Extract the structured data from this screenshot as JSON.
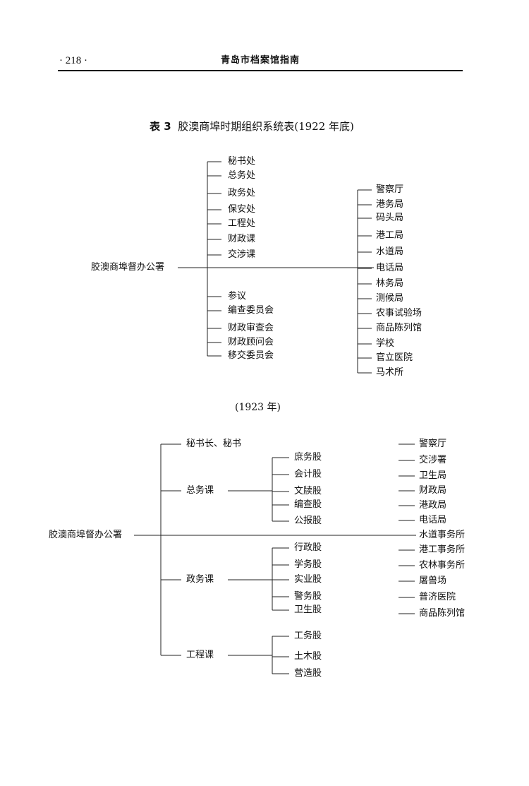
{
  "header": {
    "page_number": "· 218 ·",
    "book_title": "青岛市档案馆指南"
  },
  "table1": {
    "caption_num": "表 3",
    "caption_title": "胶澳商埠时期组织系统表(1922 年底)",
    "root": "胶澳商埠督办公署",
    "left_upper": [
      "秘书处",
      "总务处",
      "政务处",
      "保安处",
      "工程处",
      "财政课",
      "交涉课"
    ],
    "left_lower": [
      "参议",
      "编查委员会",
      "财政审查会",
      "财政顾问会",
      "移交委员会"
    ],
    "right": [
      "警察厅",
      "港务局",
      "码头局",
      "港工局",
      "水道局",
      "电话局",
      "林务局",
      "测候局",
      "农事试验场",
      "商品陈列馆",
      "学校",
      "官立医院",
      "马术所"
    ]
  },
  "table2": {
    "caption": "(1923 年)",
    "root": "胶澳商埠督办公署",
    "secretary": "秘书长、秘书",
    "general": {
      "name": "总务课",
      "subs": [
        "庶务股",
        "会计股",
        "文牍股",
        "编查股",
        "公报股"
      ]
    },
    "admin": {
      "name": "政务课",
      "subs": [
        "行政股",
        "学务股",
        "实业股",
        "警务股",
        "卫生股"
      ]
    },
    "engineering": {
      "name": "工程课",
      "subs": [
        "工务股",
        "土木股",
        "营造股"
      ]
    },
    "right": [
      "警察厅",
      "交涉署",
      "卫生局",
      "财政局",
      "港政局",
      "电话局",
      "水道事务所",
      "港工事务所",
      "农林事务所",
      "屠兽场",
      "普济医院",
      "商品陈列馆"
    ]
  }
}
